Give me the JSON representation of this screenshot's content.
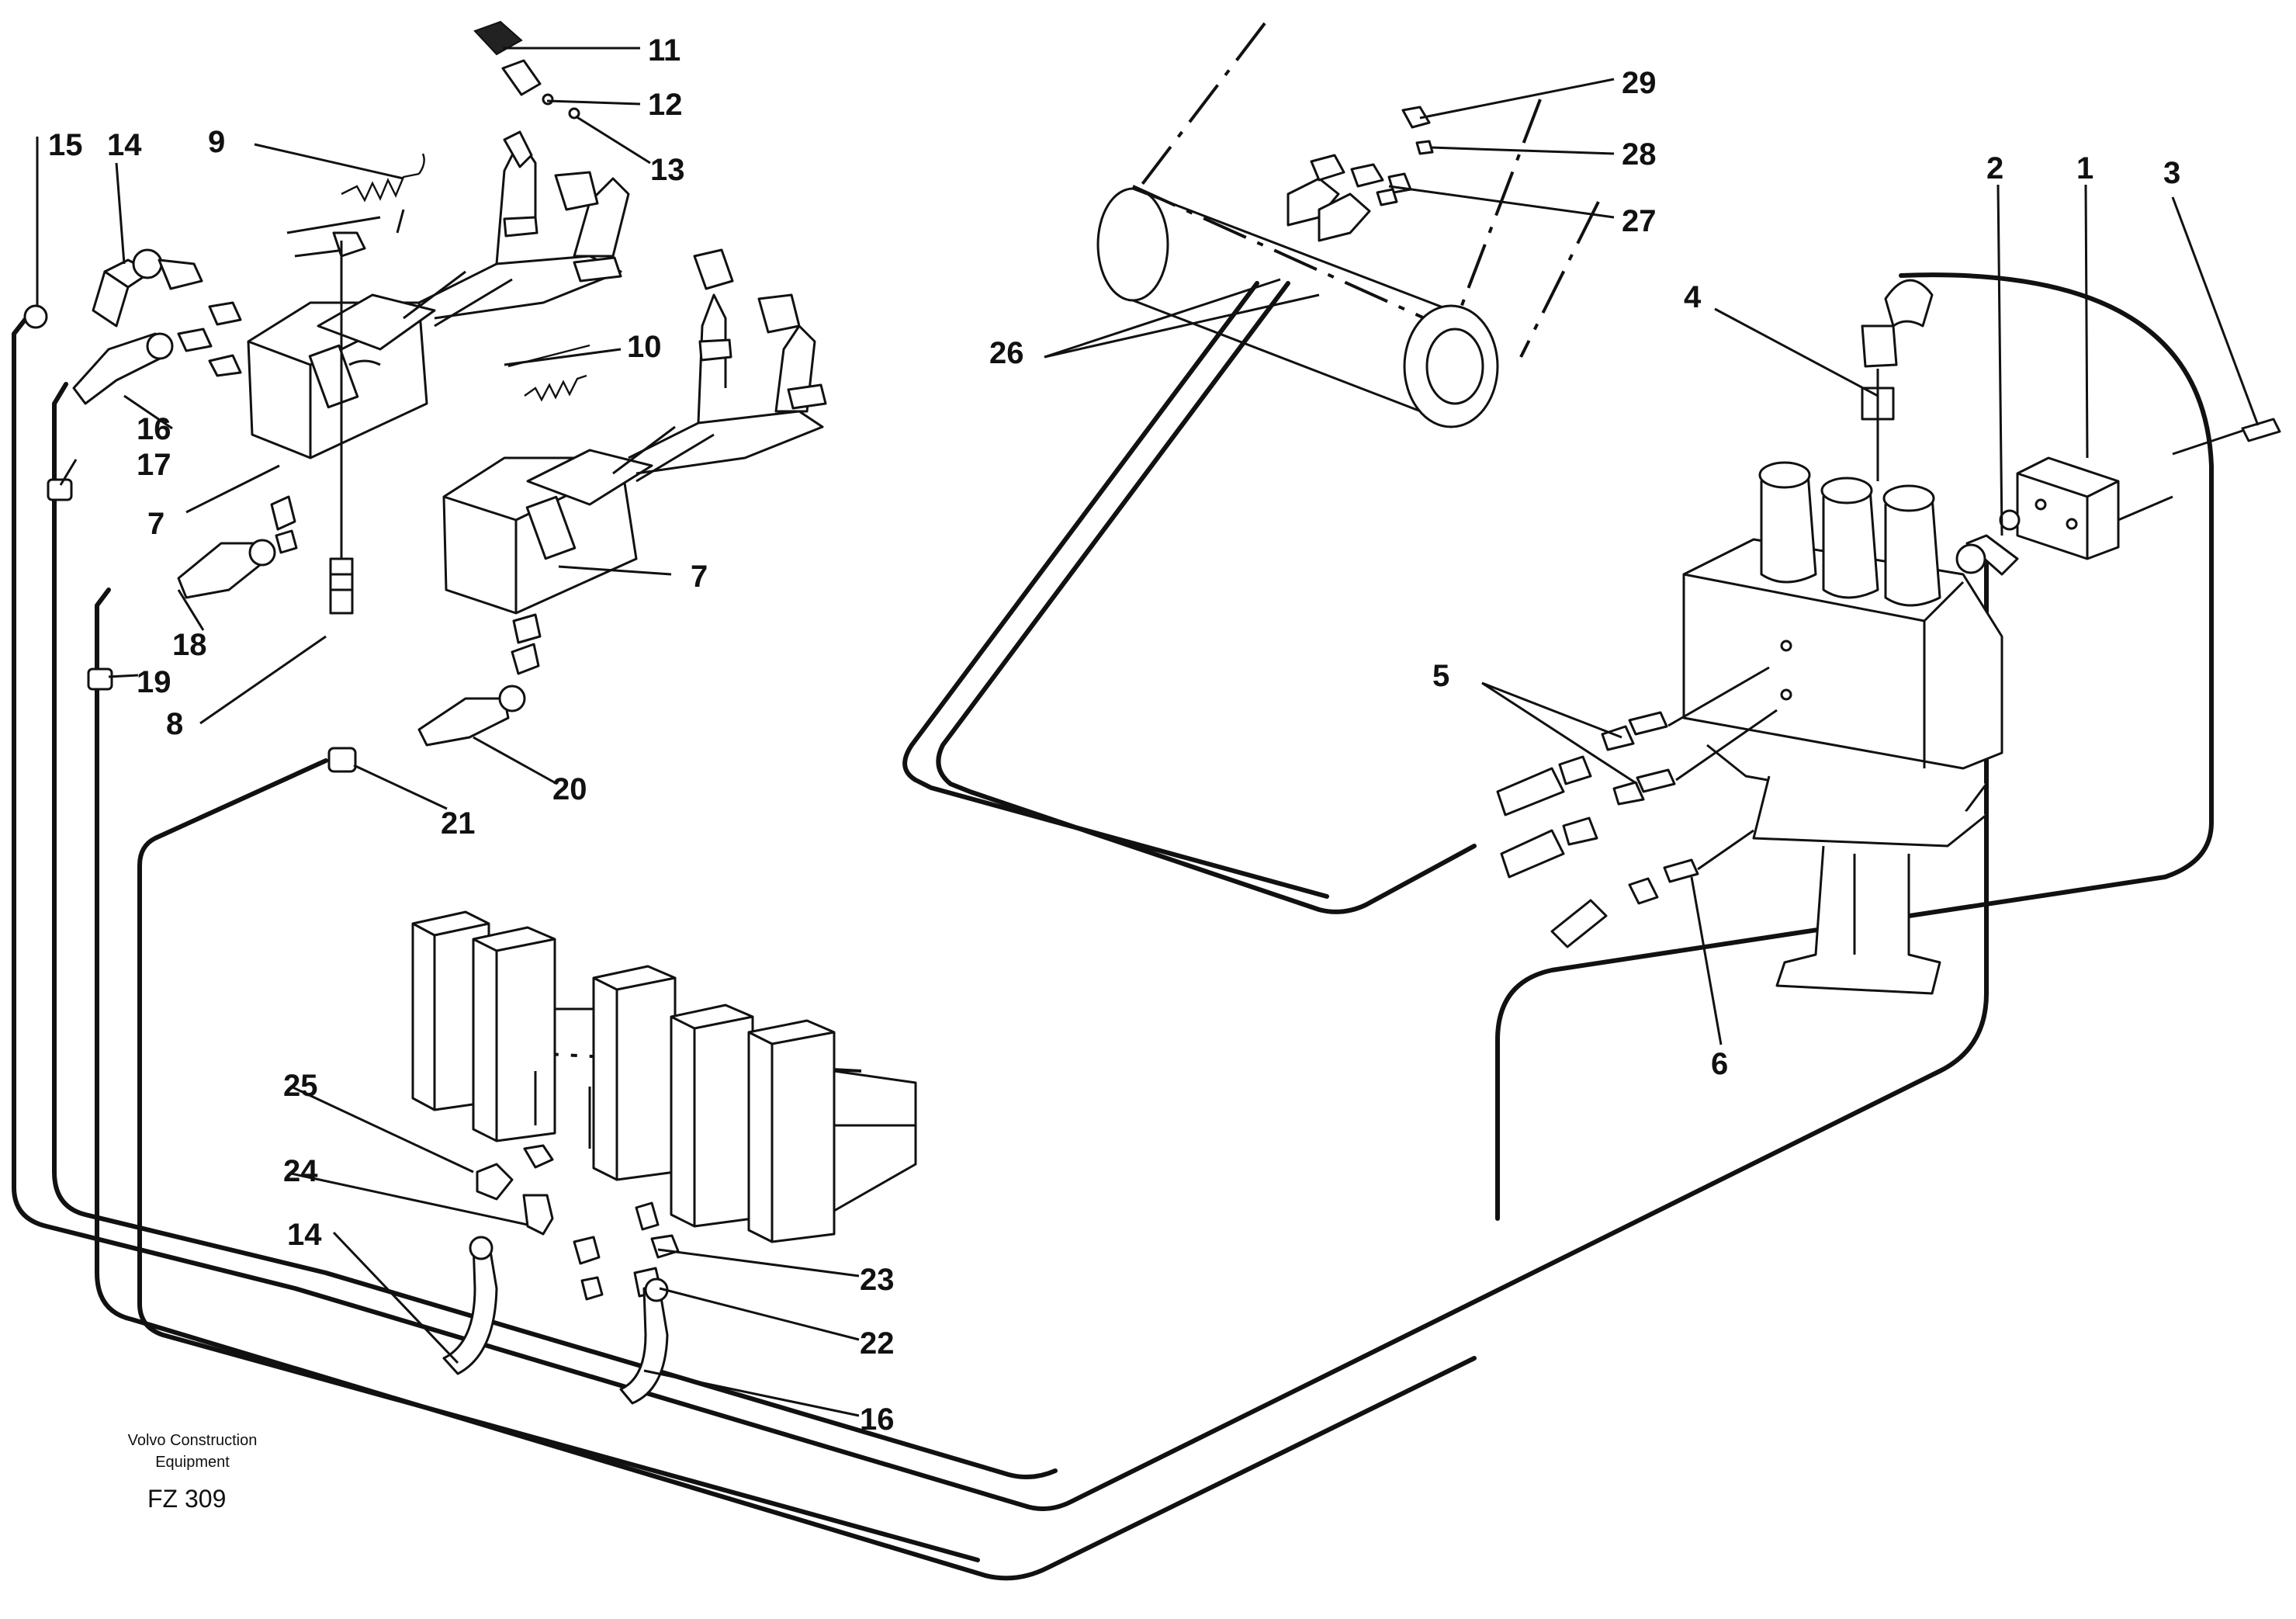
{
  "footer": {
    "company_line1": "Volvo Construction",
    "company_line2": "Equipment",
    "figure_code": "FZ 309"
  },
  "callouts": {
    "c1": "1",
    "c2": "2",
    "c3": "3",
    "c4": "4",
    "c5": "5",
    "c6": "6",
    "c7a": "7",
    "c7b": "7",
    "c8": "8",
    "c9": "9",
    "c10": "10",
    "c11": "11",
    "c12": "12",
    "c13": "13",
    "c14a": "14",
    "c14b": "14",
    "c15": "15",
    "c16a": "16",
    "c16b": "16",
    "c17": "17",
    "c18": "18",
    "c19": "19",
    "c20": "20",
    "c21": "21",
    "c22": "22",
    "c23": "23",
    "c24": "24",
    "c25": "25",
    "c26": "26",
    "c27": "27",
    "c28": "28",
    "c29": "29"
  }
}
